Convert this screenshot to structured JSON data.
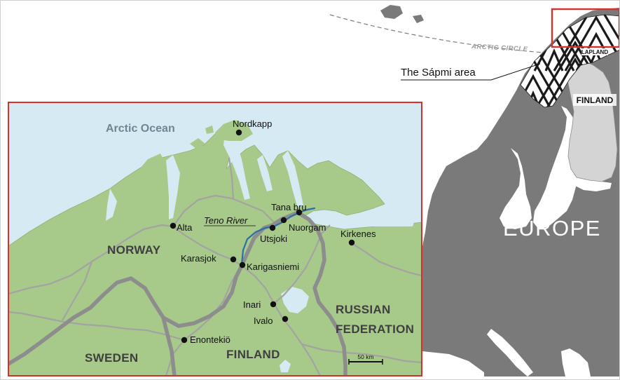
{
  "overview": {
    "arctic_circle": "ARCTIC CIRCLE",
    "lapland": "LAPLAND",
    "sapmi_area": "The Sápmi area",
    "finland": "FINLAND",
    "europe": "EUROPE"
  },
  "detail": {
    "ocean": "Arctic Ocean",
    "countries": {
      "norway": "NORWAY",
      "sweden": "SWEDEN",
      "finland": "FINLAND",
      "russia_line1": "RUSSIAN",
      "russia_line2": "FEDERATION"
    },
    "river": "Teno River",
    "places": {
      "nordkapp": "Nordkapp",
      "alta": "Alta",
      "tana_bru": "Tana bru",
      "nuorgam": "Nuorgam",
      "utsjoki": "Utsjoki",
      "kirkenes": "Kirkenes",
      "karasjok": "Karasjok",
      "karigasniemi": "Karigasniemi",
      "inari": "Inari",
      "ivalo": "Ivalo",
      "enontekio": "Enontekiö"
    },
    "scale": "50 km"
  },
  "colors": {
    "ocean": "#d5eaf3",
    "land": "#a7c98a",
    "border": "#8d8d8d",
    "road": "#a3a3a3",
    "river": "#2b6ea8",
    "highlight": "#d2312f",
    "europe_land": "#7a7a7a",
    "finland_fill": "#d4d4d4"
  }
}
